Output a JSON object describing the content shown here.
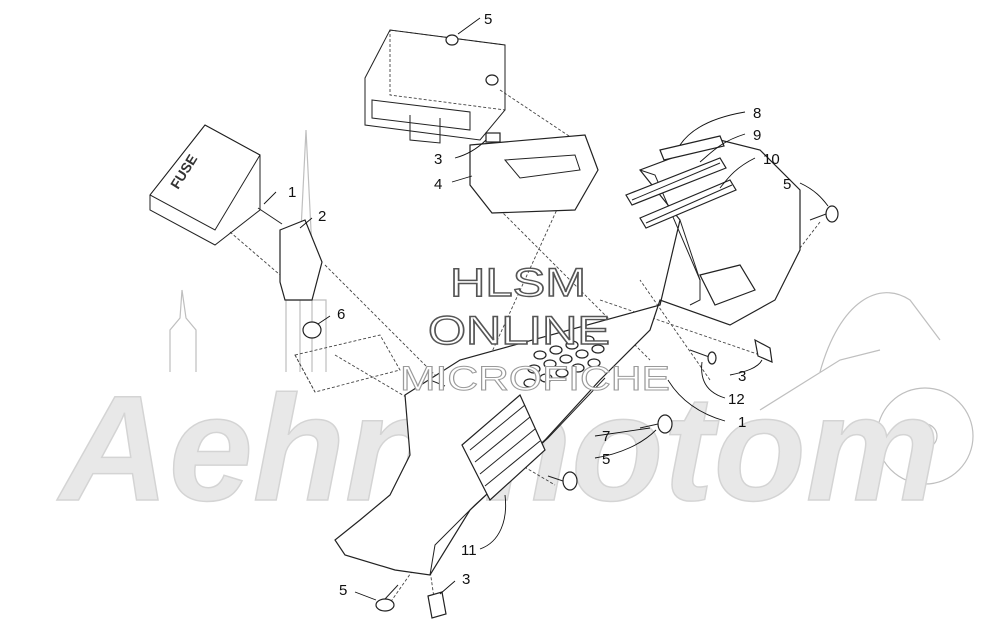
{
  "watermark": {
    "brand_background": "Aehnmotom",
    "hlsm": "HLSM",
    "online": "ONLINE",
    "microfiche": "MICROFICHE"
  },
  "parts": {
    "fuse_box_label": "FUSE"
  },
  "callouts": [
    "5",
    "8",
    "9",
    "10",
    "3",
    "4",
    "5",
    "1",
    "2",
    "6",
    "3",
    "12",
    "1",
    "7",
    "5",
    "11",
    "5",
    "3"
  ]
}
